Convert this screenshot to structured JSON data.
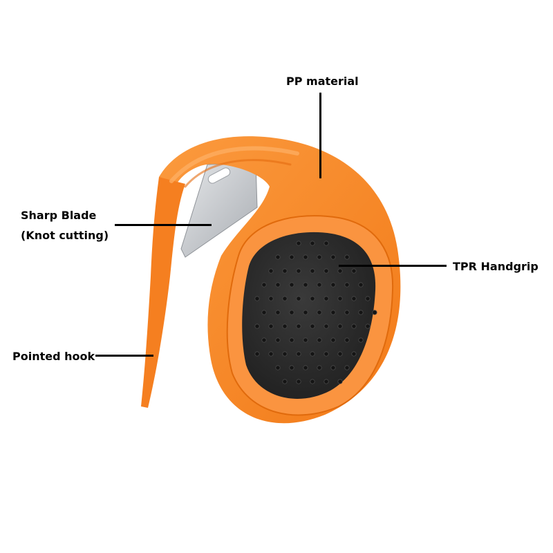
{
  "labels": {
    "pp_material": "PP material",
    "sharp_blade": "Sharp Blade",
    "knot_cutting": "(Knot cutting)",
    "tpr_handgrip": "TPR Handgrip",
    "pointed_hook": "Pointed hook"
  },
  "colors": {
    "body_orange": "#f57f20",
    "body_orange_light": "#fb9a3e",
    "grip_black": "#2b2b2b",
    "blade_steel": "#c9ccd0",
    "leader_line": "#000000"
  }
}
